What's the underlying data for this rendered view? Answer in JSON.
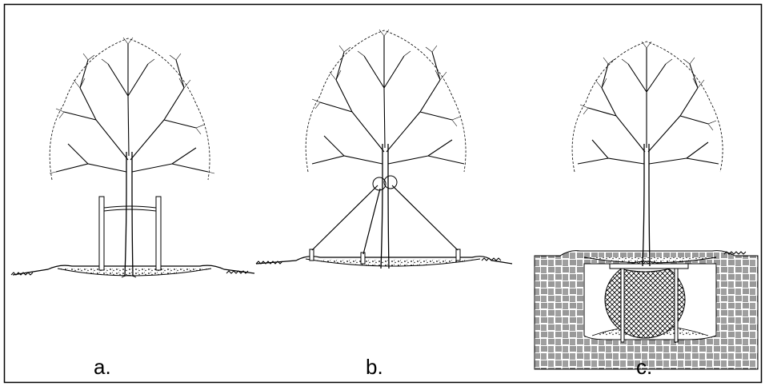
{
  "panels": [
    {
      "label": "a."
    },
    {
      "label": "b."
    },
    {
      "label": "c."
    }
  ],
  "colors": {
    "ink": "#000000",
    "background": "#ffffff"
  }
}
